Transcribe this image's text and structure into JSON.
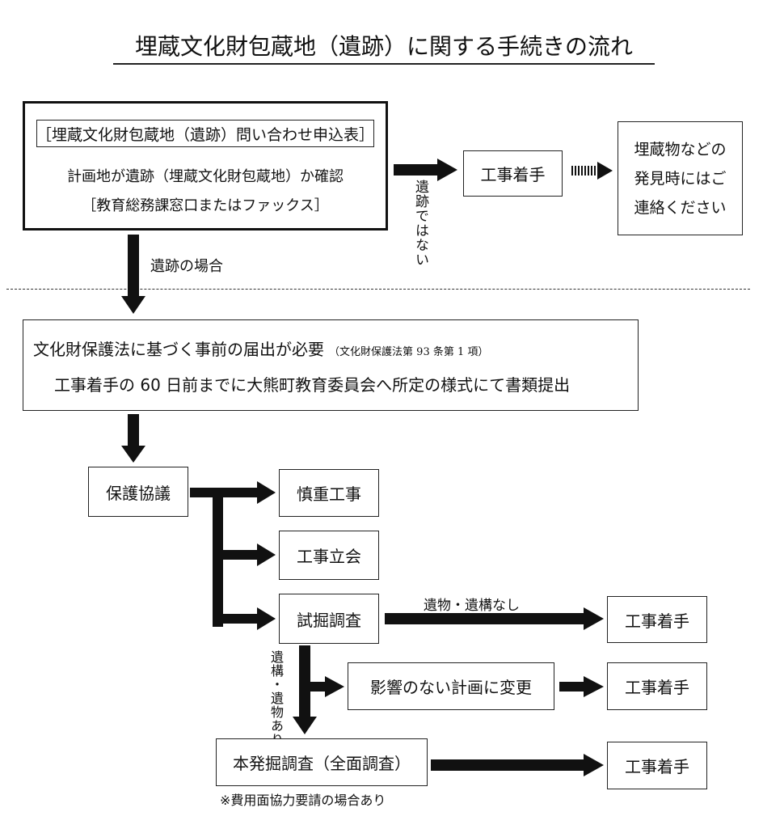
{
  "title": "埋蔵文化財包蔵地（遺跡）に関する手続きの流れ",
  "inquiry": {
    "form_name": "［埋蔵文化財包蔵地（遺跡）問い合わせ申込表］",
    "check_text": "計画地が遺跡（埋蔵文化財包蔵地）か確認",
    "contact_text": "［教育総務課窓口またはファックス］"
  },
  "not_site_label": "遺跡ではない",
  "is_site_label": "遺跡の場合",
  "construction_start": "工事着手",
  "discovery_notice": [
    "埋蔵物などの",
    "発見時にはご",
    "連絡ください"
  ],
  "notification": {
    "main_text": "文化財保護法に基づく事前の届出が必要",
    "law_ref": "（文化財保護法第 93 条第 1 項）",
    "detail_text": "工事着手の 60 日前までに大熊町教育委員会へ所定の様式にて書類提出"
  },
  "consultation": "保護協議",
  "careful_construction": "慎重工事",
  "witness": "工事立会",
  "trial_excavation": "試掘調査",
  "no_relics_label": "遺物・遺構なし",
  "relics_found_label": "遺構・遺物あり",
  "plan_change": "影響のない計画に変更",
  "full_excavation": "本発掘調査（全面調査）",
  "cost_note": "※費用面協力要請の場合あり"
}
